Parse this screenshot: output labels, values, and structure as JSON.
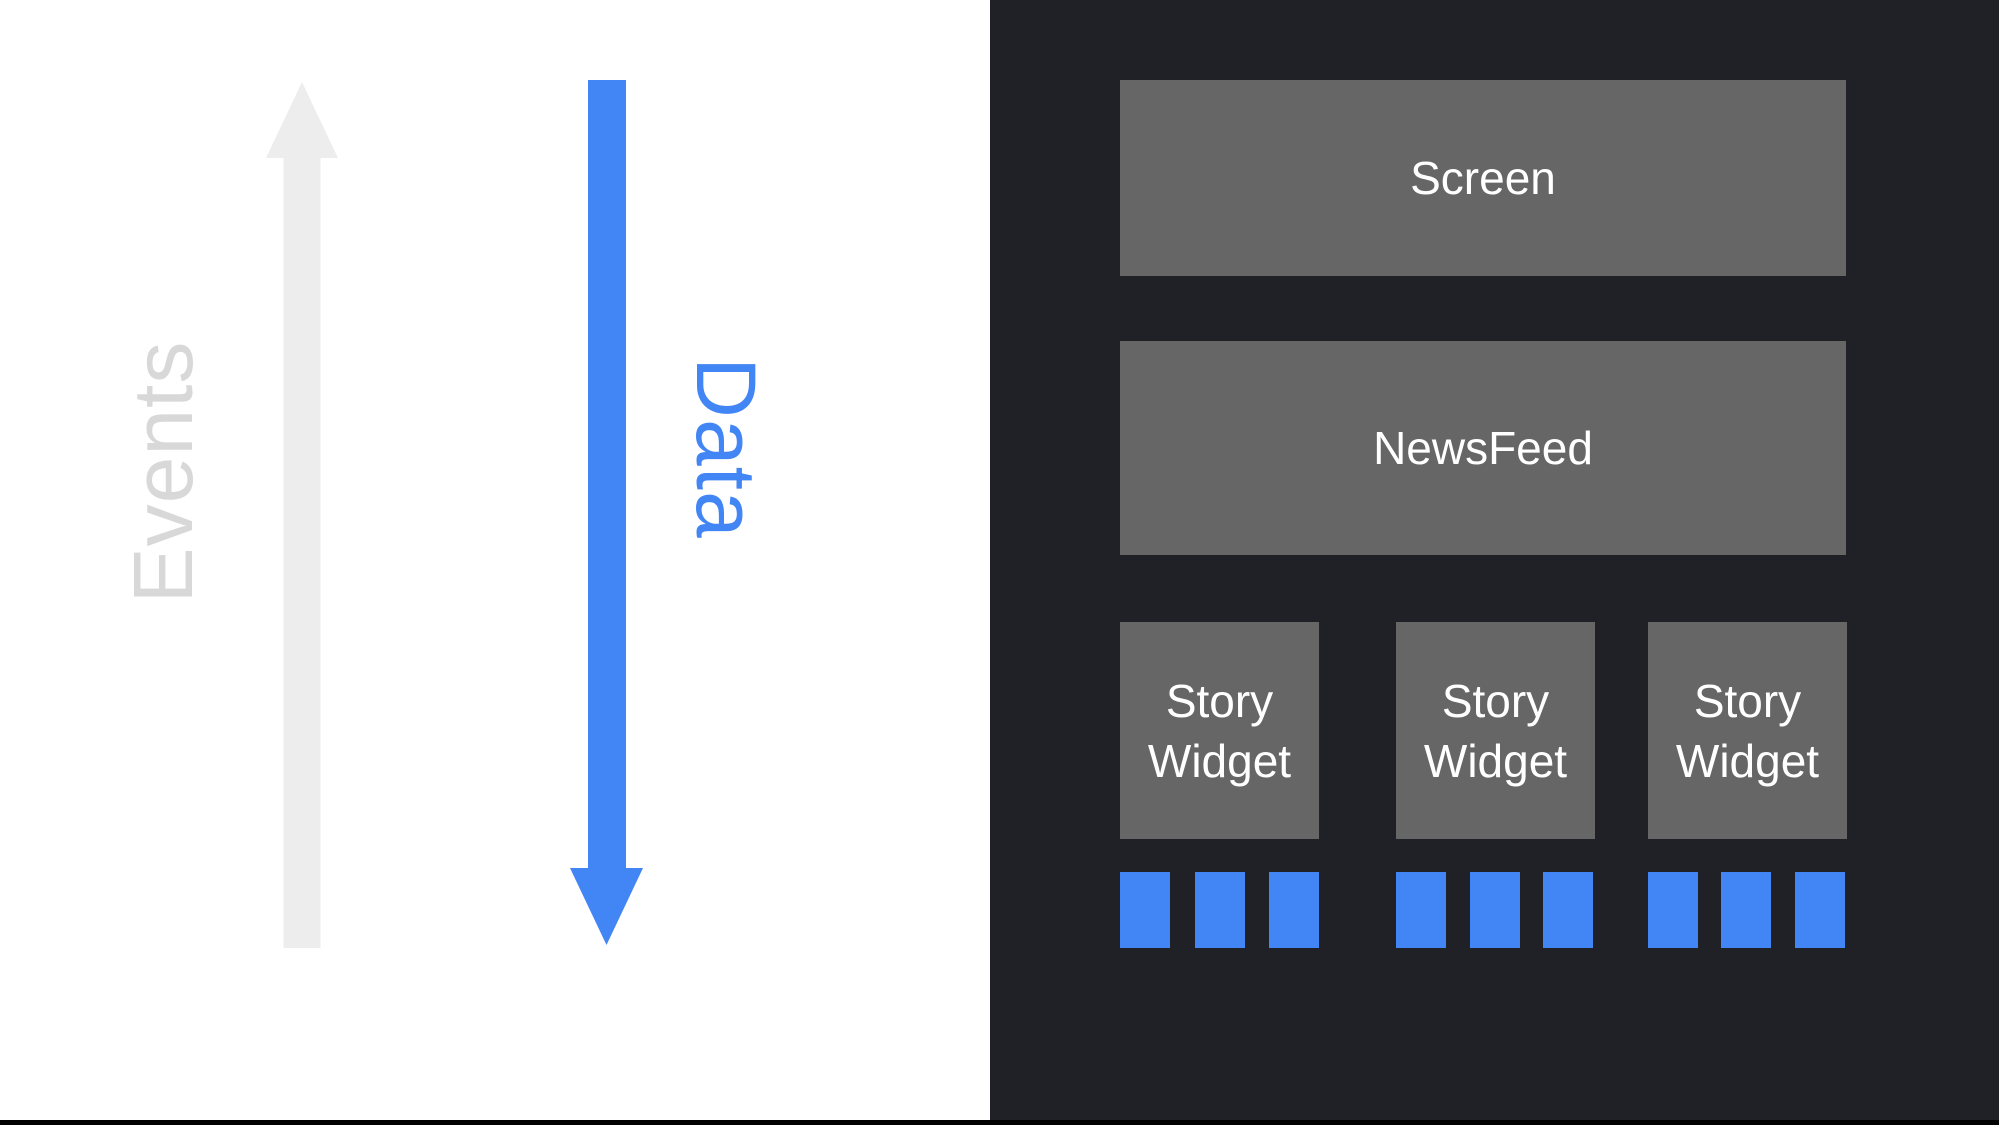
{
  "left_panel": {
    "events_label": "Events",
    "data_label": "Data",
    "events_text_color": "#d8d8d8",
    "events_arrow_color": "#ededed",
    "data_color": "#4285f4",
    "events_direction": "up",
    "data_direction": "down"
  },
  "widget_tree": {
    "background_color": "#1f2127",
    "box_color": "#666666",
    "stripe_color": "#4285f4",
    "label_color": "#ffffff",
    "screen": {
      "label": "Screen"
    },
    "newsfeed": {
      "label": "NewsFeed"
    },
    "stories": [
      {
        "label": "Story Widget",
        "stripe_count": 3
      },
      {
        "label": "Story Widget",
        "stripe_count": 3
      },
      {
        "label": "Story Widget",
        "stripe_count": 3
      }
    ]
  }
}
